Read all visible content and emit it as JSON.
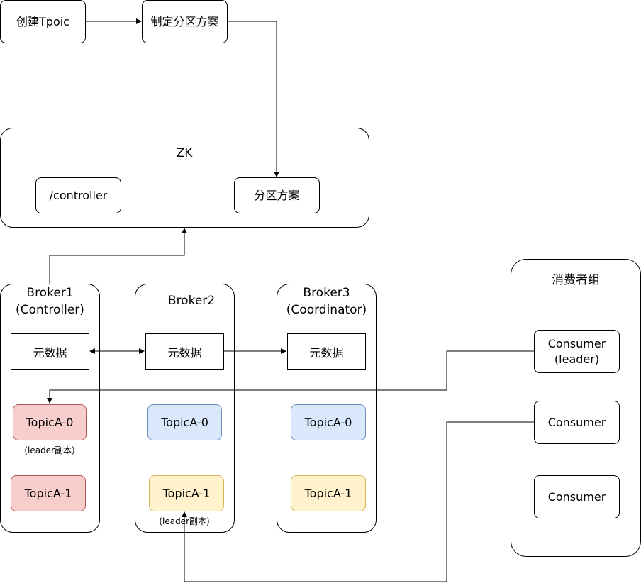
{
  "top": {
    "create_topic": "创建Tpoic",
    "make_plan": "制定分区方案"
  },
  "zk": {
    "title": "ZK",
    "controller": "/controller",
    "partition_plan": "分区方案"
  },
  "broker1": {
    "title_line1": "Broker1",
    "title_line2": "(Controller)",
    "metadata": "元数据",
    "topic0": "TopicA-0",
    "topic0_note": "(leader副本)",
    "topic1": "TopicA-1"
  },
  "broker2": {
    "title": "Broker2",
    "metadata": "元数据",
    "topic0": "TopicA-0",
    "topic1": "TopicA-1",
    "topic1_note": "(leader副本)"
  },
  "broker3": {
    "title_line1": "Broker3",
    "title_line2": "(Coordinator)",
    "metadata": "元数据",
    "topic0": "TopicA-0",
    "topic1": "TopicA-1"
  },
  "consumer_group": {
    "title": "消费者组",
    "leader_line1": "Consumer",
    "leader_line2": "(leader)",
    "consumer2": "Consumer",
    "consumer3": "Consumer"
  },
  "colors": {
    "red_fill": "#f8cecc",
    "blue_fill": "#dae8fc",
    "yellow_fill": "#fff2cc"
  }
}
